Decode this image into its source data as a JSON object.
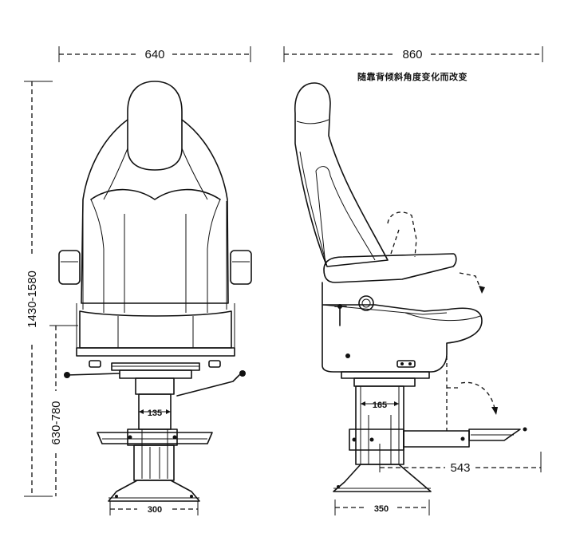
{
  "dimensions": {
    "front_width": "640",
    "side_depth": "860",
    "side_note": "随靠背倾斜角度变化而改变",
    "overall_height": "1430-1580",
    "seat_height": "630-780",
    "front_column": "135",
    "front_base": "300",
    "side_column": "165",
    "side_base": "350",
    "footrest_reach": "543"
  }
}
